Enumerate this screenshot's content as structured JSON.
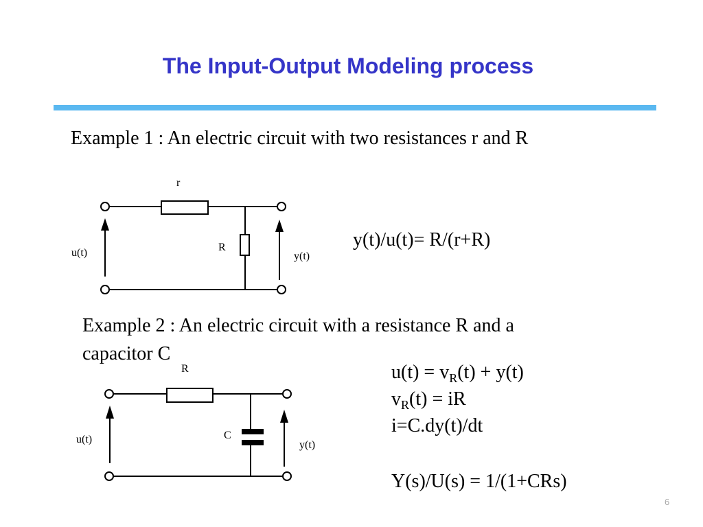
{
  "title": "The Input-Output Modeling process",
  "example1": {
    "heading": "Example 1 :  An electric circuit with two resistances r and R",
    "equation": "y(t)/u(t)= R/(r+R)",
    "labels": {
      "r": "r",
      "R": "R",
      "u": "u(t)",
      "y": "y(t)"
    }
  },
  "example2": {
    "heading_line1": "Example 2 : An electric circuit with a resistance R and a",
    "heading_line2": "capacitor C",
    "labels": {
      "R": "R",
      "C": "C",
      "u": "u(t)",
      "y": "y(t)"
    },
    "eq1": {
      "a": "u(t) = v",
      "sub": "R",
      "b": "(t) + y(t)"
    },
    "eq2": {
      "a": "v",
      "sub": "R",
      "b": "(t) = iR"
    },
    "eq3": "i=C.dy(t)/dt",
    "eq4": "Y(s)/U(s) = 1/(1+CRs)"
  },
  "page_number": "6"
}
